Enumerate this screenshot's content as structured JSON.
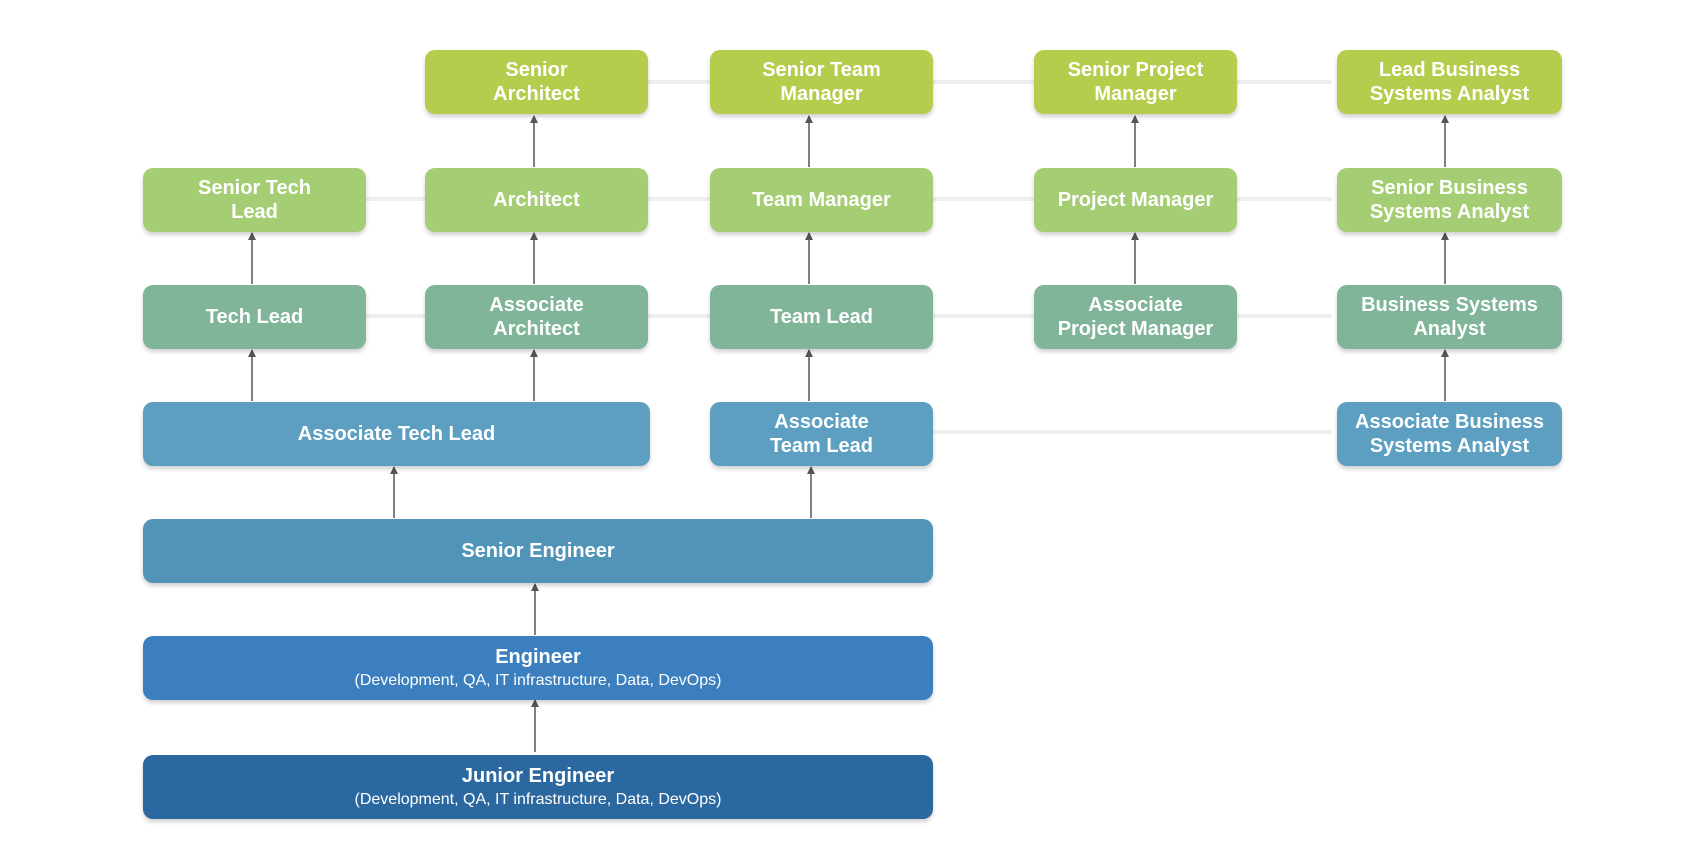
{
  "nodes": {
    "senior_architect": "Senior\nArchitect",
    "senior_team_manager": "Senior Team\nManager",
    "senior_project_manager": "Senior Project\nManager",
    "lead_bsa": "Lead Business\nSystems Analyst",
    "senior_tech_lead": "Senior Tech\nLead",
    "architect": "Architect",
    "team_manager": "Team Manager",
    "project_manager": "Project Manager",
    "senior_bsa": "Senior Business\nSystems Analyst",
    "tech_lead": "Tech Lead",
    "associate_architect": "Associate\nArchitect",
    "team_lead": "Team Lead",
    "associate_project_manager": "Associate\nProject Manager",
    "bsa": "Business Systems\nAnalyst",
    "associate_tech_lead": "Associate Tech Lead",
    "associate_team_lead": "Associate\nTeam Lead",
    "associate_bsa": "Associate Business\nSystems Analyst",
    "senior_engineer": "Senior Engineer",
    "engineer": "Engineer",
    "engineer_sub": "(Development, QA, IT infrastructure, Data, DevOps)",
    "junior_engineer": "Junior Engineer",
    "junior_engineer_sub": "(Development, QA, IT infrastructure, Data, DevOps)"
  },
  "colors": {
    "lime": "#b5cd4d",
    "green": "#a5cd74",
    "teal": "#80b59a",
    "sky": "#5c9fc1",
    "steel": "#5194b8",
    "blue": "#3c7fbf",
    "navy": "#2b68a0",
    "arrow": "#555555",
    "link": "#eeeeee"
  }
}
